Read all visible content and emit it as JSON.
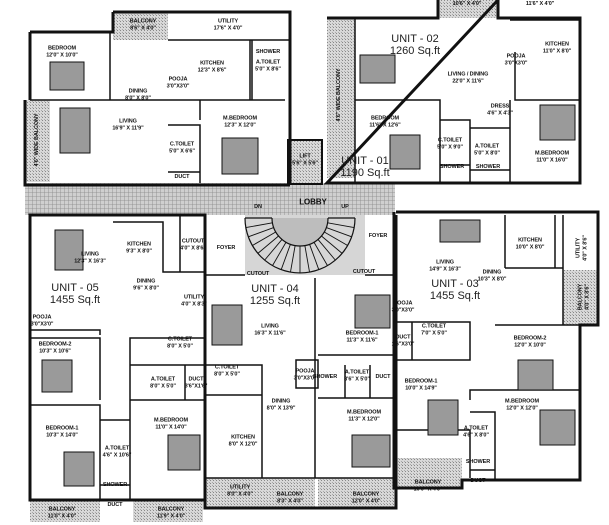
{
  "plan": {
    "lobby": "LOBBY",
    "stair_down": "DN",
    "stair_up": "UP",
    "units": [
      {
        "title": "UNIT - 01",
        "area": "1190 Sq.ft",
        "rooms": [
          {
            "name": "BALCONY",
            "dim": "8'6\" X 4'0\""
          },
          {
            "name": "UTILITY",
            "dim": "17'6\" X 4'0\""
          },
          {
            "name": "BEDROOM",
            "dim": "12'0\" X 10'0\""
          },
          {
            "name": "KITCHEN",
            "dim": "12'3\" X 8'6\""
          },
          {
            "name": "SHOWER",
            "dim": ""
          },
          {
            "name": "A.TOILET",
            "dim": "5'0\" X 8'6\""
          },
          {
            "name": "DINING",
            "dim": "8'0\" X 8'0\""
          },
          {
            "name": "LIVING",
            "dim": "16'9\" X 11'9\""
          },
          {
            "name": "M.BEDROOM",
            "dim": "12'3\" X 12'0\""
          },
          {
            "name": "C.TOILET",
            "dim": "5'0\" X 6'6\""
          },
          {
            "name": "DUCT",
            "dim": ""
          },
          {
            "name": "LIFT",
            "dim": "5'6\" X 5'6\""
          },
          {
            "name": "POOJA",
            "dim": "3'0\"X3'0\""
          },
          {
            "name": "4'6\" WIDE BALCONY",
            "dim": ""
          }
        ]
      },
      {
        "title": "UNIT - 02",
        "area": "1260 Sq.ft",
        "rooms": [
          {
            "name": "",
            "dim": "10'6\" X 4'0\""
          },
          {
            "name": "",
            "dim": "11'6\" X 4'0\""
          },
          {
            "name": "KITCHEN",
            "dim": "11'0\" X 8'0\""
          },
          {
            "name": "LIVING / DINING",
            "dim": "22'0\" X 11'6\""
          },
          {
            "name": "BEDROOM",
            "dim": "11'6\" X 12'6\""
          },
          {
            "name": "DRESS",
            "dim": "4'6\" X 4'3\""
          },
          {
            "name": "C.TOILET",
            "dim": "5'0\" X 9'0\""
          },
          {
            "name": "A.TOILET",
            "dim": "5'0\" X 8'0\""
          },
          {
            "name": "SHOWER",
            "dim": ""
          },
          {
            "name": "SHOWER",
            "dim": ""
          },
          {
            "name": "M.BEDROOM",
            "dim": "11'0\" X 16'0\""
          },
          {
            "name": "4'6\" WIDE BALCONY",
            "dim": ""
          },
          {
            "name": "POOJA",
            "dim": "3'0\"X3'0\""
          }
        ]
      },
      {
        "title": "UNIT - 03",
        "area": "1455 Sq.ft",
        "rooms": [
          {
            "name": "KITCHEN",
            "dim": "10'0\" X 8'0\""
          },
          {
            "name": "UTILITY",
            "dim": "4'0\" X 8'6\""
          },
          {
            "name": "LIVING",
            "dim": "14'9\" X 16'3\""
          },
          {
            "name": "DINING",
            "dim": "10'3\" X 8'0\""
          },
          {
            "name": "BALCONY",
            "dim": "4'0\" X 8'6\""
          },
          {
            "name": "POOJA",
            "dim": "3'0\"X3'0\""
          },
          {
            "name": "C.TOILET",
            "dim": "7'0\" X 5'0\""
          },
          {
            "name": "DUCT",
            "dim": "1'6\"X3'0\""
          },
          {
            "name": "BEDROOM-2",
            "dim": "12'0\" X 10'0\""
          },
          {
            "name": "BEDROOM-1",
            "dim": "10'0\" X 14'9\""
          },
          {
            "name": "M.BEDROOM",
            "dim": "12'0\" X 12'0\""
          },
          {
            "name": "A.TOILET",
            "dim": "4'6\" X 8'0\""
          },
          {
            "name": "SHOWER",
            "dim": ""
          },
          {
            "name": "DUCT",
            "dim": ""
          },
          {
            "name": "BALCONY",
            "dim": "10'0\" X 4'0\""
          }
        ]
      },
      {
        "title": "UNIT - 04",
        "area": "1255 Sq.ft",
        "rooms": [
          {
            "name": "FOYER",
            "dim": ""
          },
          {
            "name": "FOYER",
            "dim": ""
          },
          {
            "name": "CUTOUT",
            "dim": ""
          },
          {
            "name": "CUTOUT",
            "dim": ""
          },
          {
            "name": "LIVING",
            "dim": "16'3\" X 11'6\""
          },
          {
            "name": "BEDROOM-1",
            "dim": "11'3\" X 11'6\""
          },
          {
            "name": "C.TOILET",
            "dim": "8'0\" X 5'0\""
          },
          {
            "name": "POOJA",
            "dim": "3'0\"X3'0\""
          },
          {
            "name": "SHOWER",
            "dim": ""
          },
          {
            "name": "A.TOILET",
            "dim": "8'6\" X 5'0\""
          },
          {
            "name": "DUCT",
            "dim": ""
          },
          {
            "name": "DINING",
            "dim": "8'0\" X 13'9\""
          },
          {
            "name": "M.BEDROOM",
            "dim": "11'3\" X 12'0\""
          },
          {
            "name": "KITCHEN",
            "dim": "8'0\" X 12'0\""
          },
          {
            "name": "UTILITY",
            "dim": "8'0\" X 4'0\""
          },
          {
            "name": "BALCONY",
            "dim": "8'3\" X 4'0\""
          },
          {
            "name": "BALCONY",
            "dim": "12'0\" X 4'0\""
          }
        ]
      },
      {
        "title": "UNIT - 05",
        "area": "1455 Sq.ft",
        "rooms": [
          {
            "name": "LIVING",
            "dim": "12'3\" X 16'3\""
          },
          {
            "name": "KITCHEN",
            "dim": "9'3\" X 8'0\""
          },
          {
            "name": "CUTOUT",
            "dim": "4'0\" X 8'6\""
          },
          {
            "name": "DINING",
            "dim": "9'6\" X 8'0\""
          },
          {
            "name": "UTILITY",
            "dim": "4'0\" X 8'3\""
          },
          {
            "name": "POOJA",
            "dim": "3'0\"X3'0\""
          },
          {
            "name": "BEDROOM-2",
            "dim": "10'3\" X 10'6\""
          },
          {
            "name": "C.TOILET",
            "dim": "8'0\" X 5'0\""
          },
          {
            "name": "A.TOILET",
            "dim": "8'0\" X 5'0\""
          },
          {
            "name": "DUCT",
            "dim": "3'6\"X1'6\""
          },
          {
            "name": "M.BEDROOM",
            "dim": "11'0\" X 14'0\""
          },
          {
            "name": "BEDROOM-1",
            "dim": "10'3\" X 14'0\""
          },
          {
            "name": "A.TOILET",
            "dim": "4'6\" X 10'6\""
          },
          {
            "name": "SHOWER",
            "dim": ""
          },
          {
            "name": "DUCT",
            "dim": ""
          },
          {
            "name": "BALCONY",
            "dim": "11'0\" X 4'0\""
          },
          {
            "name": "BALCONY",
            "dim": "11'9\" X 4'0\""
          }
        ]
      }
    ]
  }
}
